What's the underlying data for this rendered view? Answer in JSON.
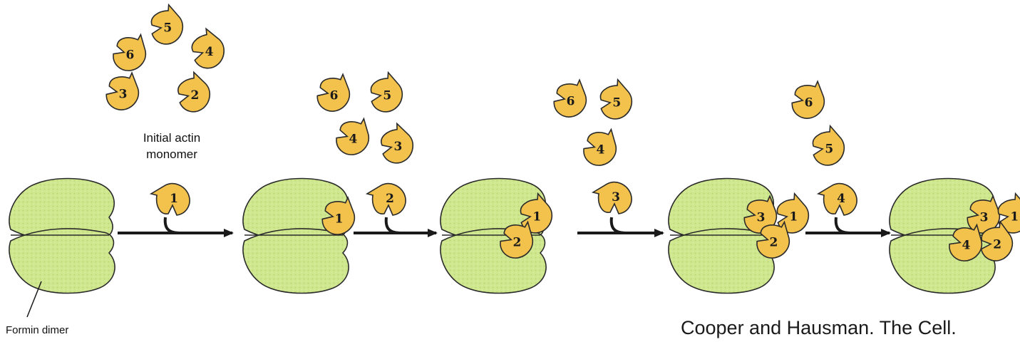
{
  "labels": {
    "initial_monomer_line1": "Initial actin",
    "initial_monomer_line2": "monomer",
    "formin": "Formin dimer",
    "credit": "Cooper and Hausman. The Cell."
  },
  "colors": {
    "formin_fill": "#cfe78f",
    "actin_fill": "#f2c24d",
    "outline": "#2a2a2a",
    "arrow": "#1a1a1a"
  },
  "stages": [
    {
      "free_monomers": [
        "5",
        "6",
        "4",
        "3",
        "2"
      ],
      "incoming_monomer": "1",
      "bound_monomers": []
    },
    {
      "free_monomers": [
        "6",
        "5",
        "4",
        "3"
      ],
      "incoming_monomer": "2",
      "bound_monomers": [
        "1"
      ]
    },
    {
      "free_monomers": [
        "6",
        "5",
        "4"
      ],
      "incoming_monomer": "3",
      "bound_monomers": [
        "1",
        "2"
      ]
    },
    {
      "free_monomers": [
        "6",
        "5"
      ],
      "incoming_monomer": "4",
      "bound_monomers": [
        "3",
        "1",
        "2"
      ]
    },
    {
      "free_monomers": [],
      "incoming_monomer": "",
      "bound_monomers": [
        "3",
        "1",
        "4",
        "2"
      ]
    }
  ]
}
